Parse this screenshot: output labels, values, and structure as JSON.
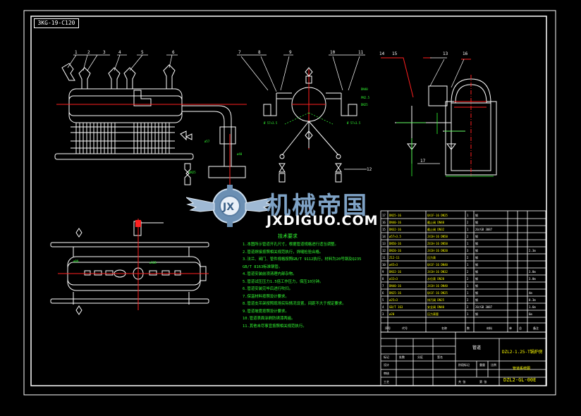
{
  "drawing": {
    "corner_tag": "3KG-19-C120",
    "tech_notes_title": "技术要求",
    "tech_notes": [
      "1.本图所示管道开孔尺寸，根据管道规格进行适当调整。",
      "2.管道焊接按照相关规范执行，焊缝检验合格。",
      "3.法兰、阀门、管件规格按照GB/T 9112执行，材料为20号钢及Q235",
      "  GB/T 8163标准钢管。",
      "4.管道安装前须清理内部杂物。",
      "5.管道试压压力1.5倍工作压力，保压10分钟。",
      "6.管道安装完毕后进行吹扫。",
      "7.保温材料按照设计要求。",
      "8.管道支吊架按照现场实际情况设置，间距不大于规定要求。",
      "9.管道坡度按照设计要求。",
      "10.管道表面涂刷防锈漆两遍。",
      "11.其他未尽事宜按照相关规范执行。"
    ],
    "callouts": [
      "1",
      "2",
      "3",
      "4",
      "5",
      "6",
      "7",
      "8",
      "9",
      "10",
      "11",
      "12",
      "13",
      "14",
      "15",
      "16",
      "17"
    ],
    "colors": {
      "outline": "#ffffff",
      "center_line": "#ff2020",
      "dimension": "#3fff3f",
      "table_text": "#ffff00",
      "watermark": "#7fa3c6"
    }
  },
  "watermark": {
    "text": "机械帝国",
    "url": "JXDIGUO.COM",
    "badge": "JX"
  },
  "title_block": {
    "project_name": "DZL2-1.25-T锅炉房",
    "drawing_title": "管道",
    "part_name": "管道系统图",
    "drawing_number": "DZL2-GL-00E",
    "header_cols": [
      "序号",
      "代号",
      "名称",
      "数量",
      "材料",
      "单重",
      "总重",
      "备注"
    ]
  }
}
